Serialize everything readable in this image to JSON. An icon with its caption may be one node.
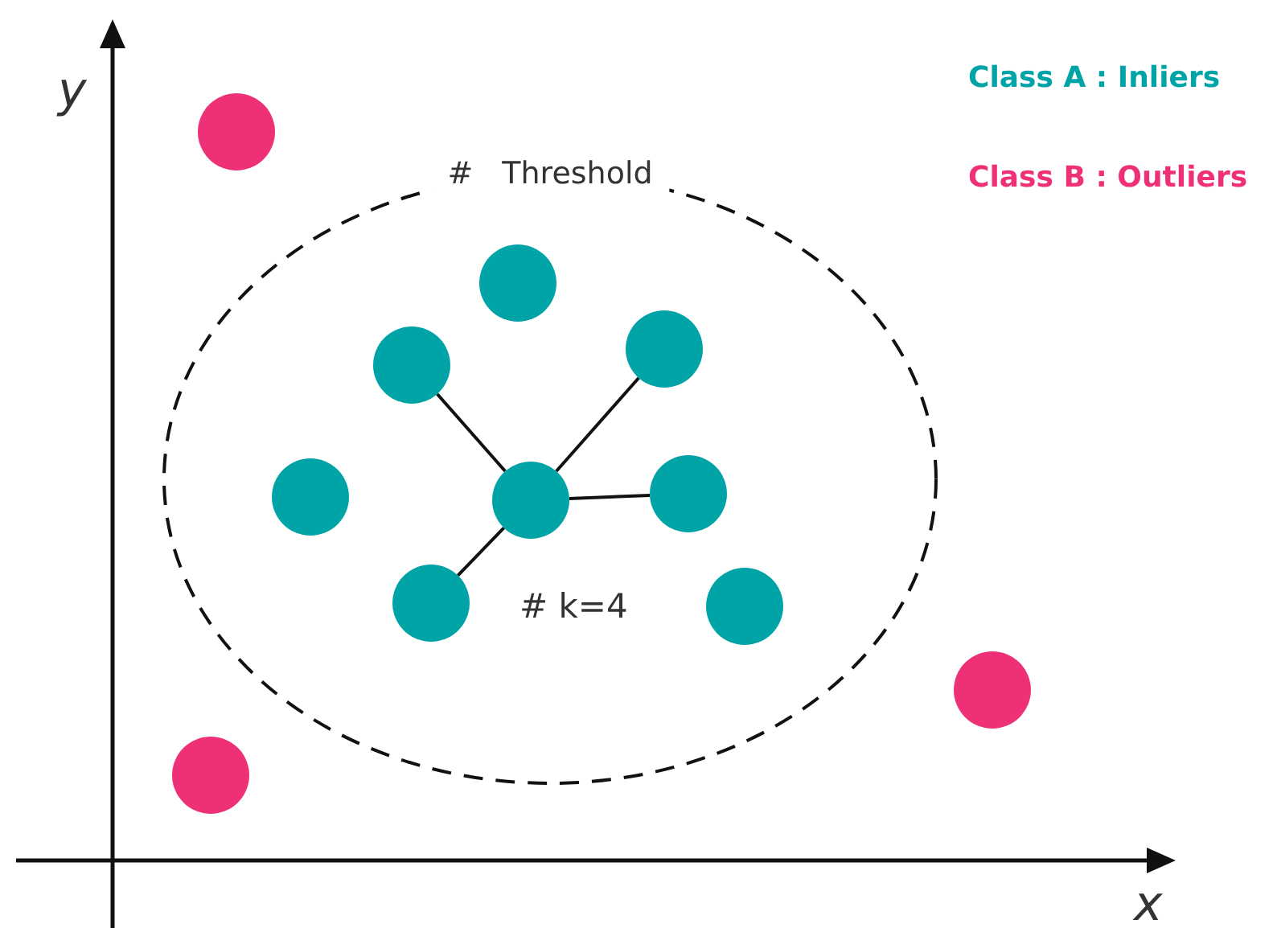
{
  "diagram": {
    "nodes": [
      {
        "text": [
          "# Threshold"
        ]
      },
      {
        "text": [],
        "shape": "circle"
      },
      {
        "text": [],
        "shape": "circle",
        "in": 0
      },
      {
        "text": [],
        "shape": "circle",
        "in": 0
      },
      {
        "text": [],
        "shape": "circle",
        "in": 0
      },
      {
        "text": [],
        "shape": "circle",
        "in": 0
      },
      {
        "text": [],
        "shape": "circle",
        "in": 0
      },
      {
        "text": [],
        "shape": "circle",
        "in": 0
      },
      {
        "text": [],
        "shape": "circle",
        "in": 0
      },
      {
        "text": [],
        "shape": "circle",
        "in": 0
      },
      {
        "text": [],
        "shape": "circle"
      },
      {
        "text": [],
        "shape": "circle"
      }
    ],
    "edges": [
      {
        "from": 6,
        "to": 3,
        "arrow": "none"
      },
      {
        "from": 6,
        "to": 4,
        "arrow": "none"
      },
      {
        "from": 6,
        "to": 7,
        "arrow": "none"
      },
      {
        "from": 6,
        "to": 8,
        "arrow": "none"
      }
    ],
    "labels": [
      "y",
      "# k=4",
      "x"
    ],
    "legend": [
      {
        "text": "Class A : Inliers",
        "color": "#00a3a6"
      },
      {
        "text": "Class B : Outliers",
        "color": "#ee3176"
      }
    ]
  }
}
